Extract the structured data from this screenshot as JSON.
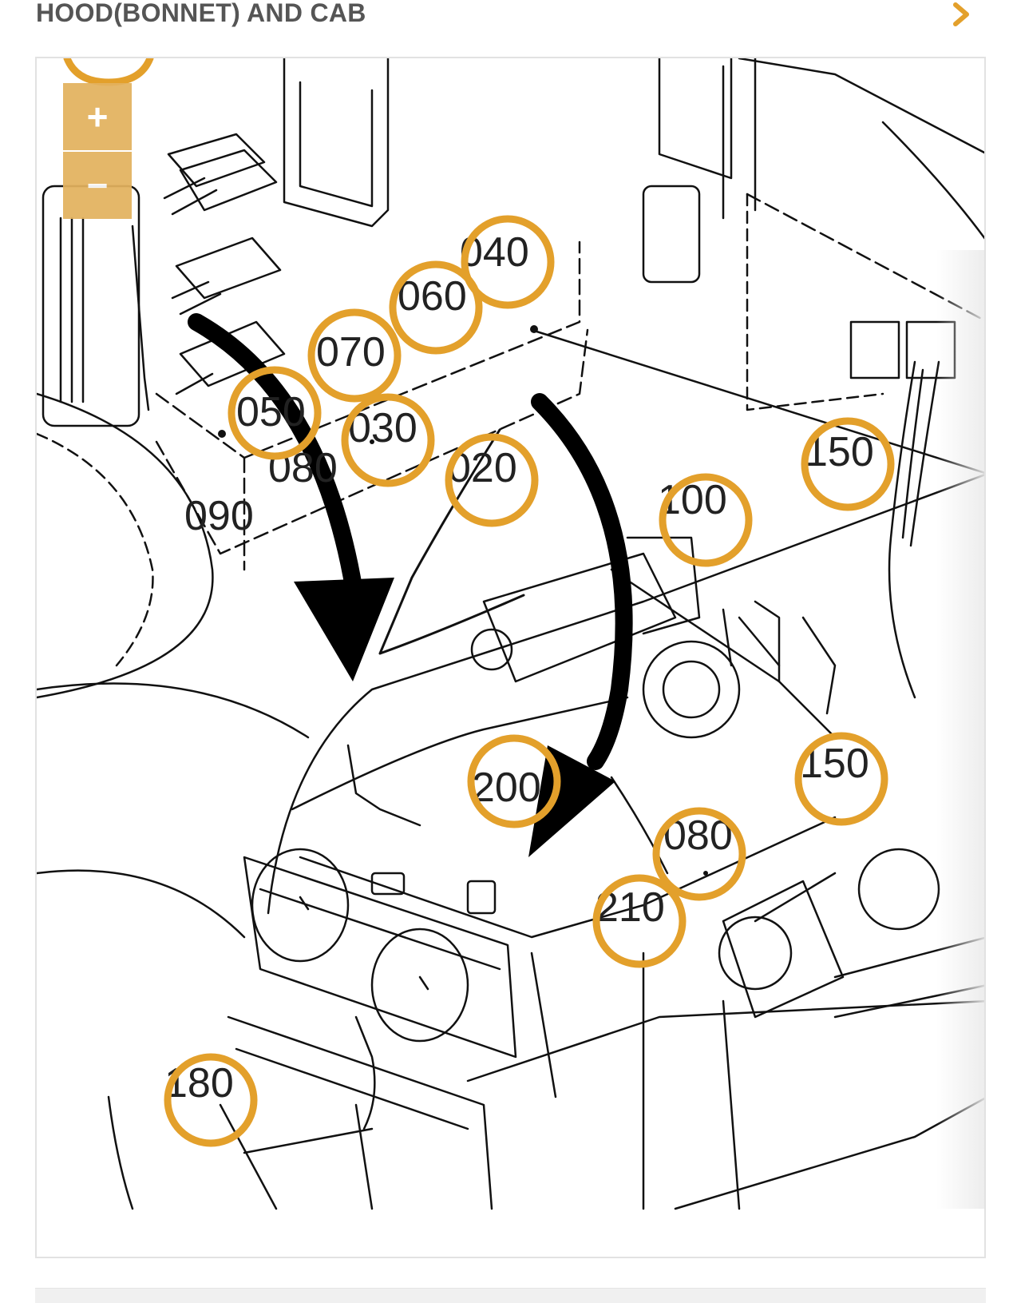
{
  "header": {
    "title": "HOOD(BONNET) AND CAB",
    "next_icon": "chevron-right-icon"
  },
  "zoom": {
    "in_label": "+",
    "out_label": "−"
  },
  "colors": {
    "accent": "#E3A02B",
    "zoom_bg": "#E3B25E",
    "title": "#555555",
    "line": "#111111"
  },
  "diagram": {
    "part_labels": [
      "040",
      "060",
      "070",
      "050",
      "030",
      "020",
      "080",
      "090",
      "100",
      "150",
      "200",
      "150",
      "080",
      "210",
      "180"
    ]
  }
}
